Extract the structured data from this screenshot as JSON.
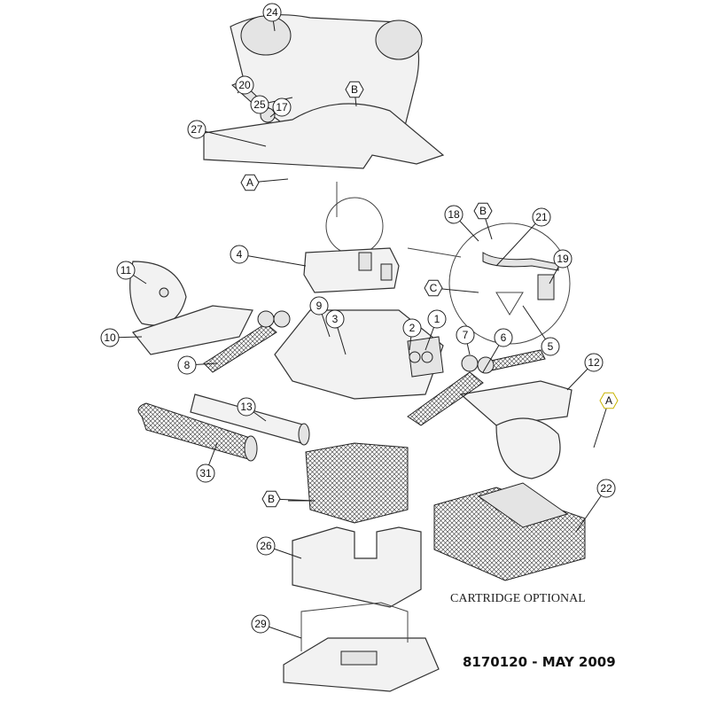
{
  "diagram": {
    "callouts": [
      {
        "label": "24",
        "shape": "circle"
      },
      {
        "label": "20",
        "shape": "circle"
      },
      {
        "label": "25",
        "shape": "circle"
      },
      {
        "label": "B",
        "shape": "hex"
      },
      {
        "label": "17",
        "shape": "circle"
      },
      {
        "label": "27",
        "shape": "circle"
      },
      {
        "label": "A",
        "shape": "hex"
      },
      {
        "label": "18",
        "shape": "circle"
      },
      {
        "label": "B",
        "shape": "hex"
      },
      {
        "label": "21",
        "shape": "circle"
      },
      {
        "label": "19",
        "shape": "circle"
      },
      {
        "label": "4",
        "shape": "circle"
      },
      {
        "label": "11",
        "shape": "circle"
      },
      {
        "label": "C",
        "shape": "hex"
      },
      {
        "label": "9",
        "shape": "circle"
      },
      {
        "label": "3",
        "shape": "circle"
      },
      {
        "label": "1",
        "shape": "circle"
      },
      {
        "label": "2",
        "shape": "circle"
      },
      {
        "label": "7",
        "shape": "circle"
      },
      {
        "label": "6",
        "shape": "circle"
      },
      {
        "label": "5",
        "shape": "circle"
      },
      {
        "label": "10",
        "shape": "circle"
      },
      {
        "label": "8",
        "shape": "circle"
      },
      {
        "label": "12",
        "shape": "circle"
      },
      {
        "label": "A",
        "shape": "hex"
      },
      {
        "label": "13",
        "shape": "circle"
      },
      {
        "label": "31",
        "shape": "circle"
      },
      {
        "label": "B",
        "shape": "hex"
      },
      {
        "label": "22",
        "shape": "circle"
      },
      {
        "label": "26",
        "shape": "circle"
      },
      {
        "label": "29",
        "shape": "circle"
      }
    ],
    "note": "CARTRIDGE OPTIONAL",
    "document_id": "8170120 - MAY 2009"
  }
}
